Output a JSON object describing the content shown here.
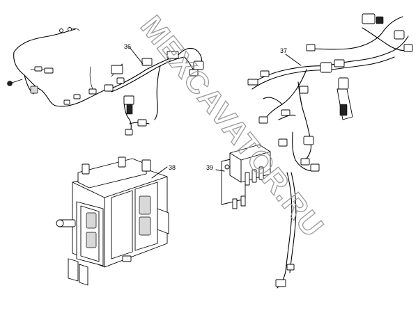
{
  "watermark": {
    "text": "MEXCAVATOR.RU"
  },
  "callouts": [
    {
      "id": "36",
      "label": "36"
    },
    {
      "id": "37",
      "label": "37"
    },
    {
      "id": "38",
      "label": "38"
    },
    {
      "id": "39",
      "label": "39"
    }
  ]
}
